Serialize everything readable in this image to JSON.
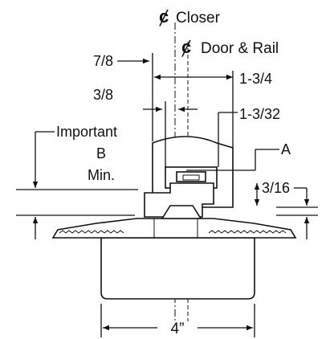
{
  "labels": {
    "cl_symbol": "ȼ",
    "closer_label": "Closer",
    "door_rail_label": "Door & Rail",
    "dim_7_8": "7/8",
    "dim_1_3_4": "1-3/4",
    "dim_3_8": "3/8",
    "dim_1_3_32": "1-3/32",
    "important": "Important",
    "b": "B",
    "min": "Min.",
    "a": "A",
    "dim_3_16": "3/16",
    "dim_4in": "4”"
  }
}
